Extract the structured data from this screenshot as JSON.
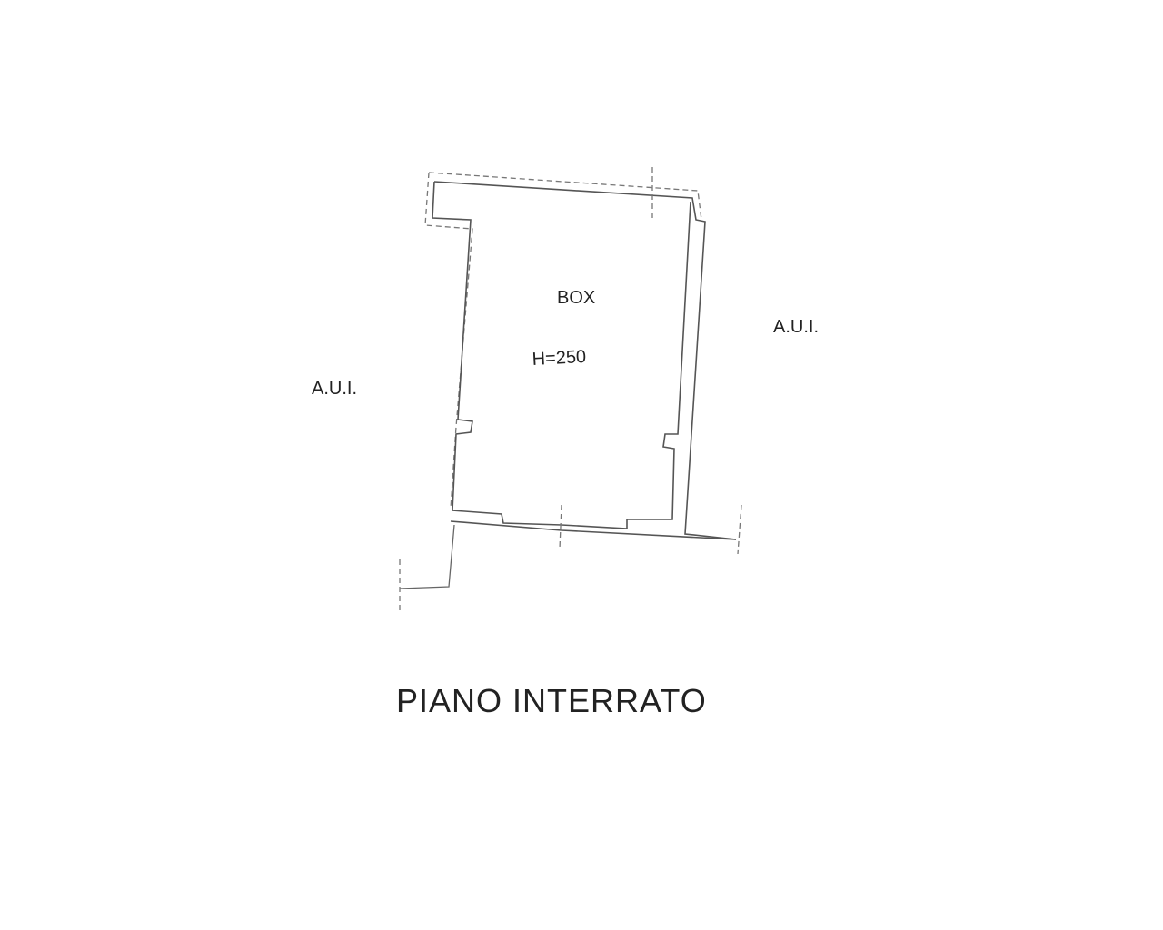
{
  "room": {
    "name": "BOX",
    "height_label": "H=250"
  },
  "neighbors": {
    "left_label": "A.U.I.",
    "right_label": "A.U.I."
  },
  "floor": {
    "title": "PIANO INTERRATO"
  },
  "colors": {
    "background": "#ffffff",
    "ink": "#222222",
    "line": "#555555"
  }
}
